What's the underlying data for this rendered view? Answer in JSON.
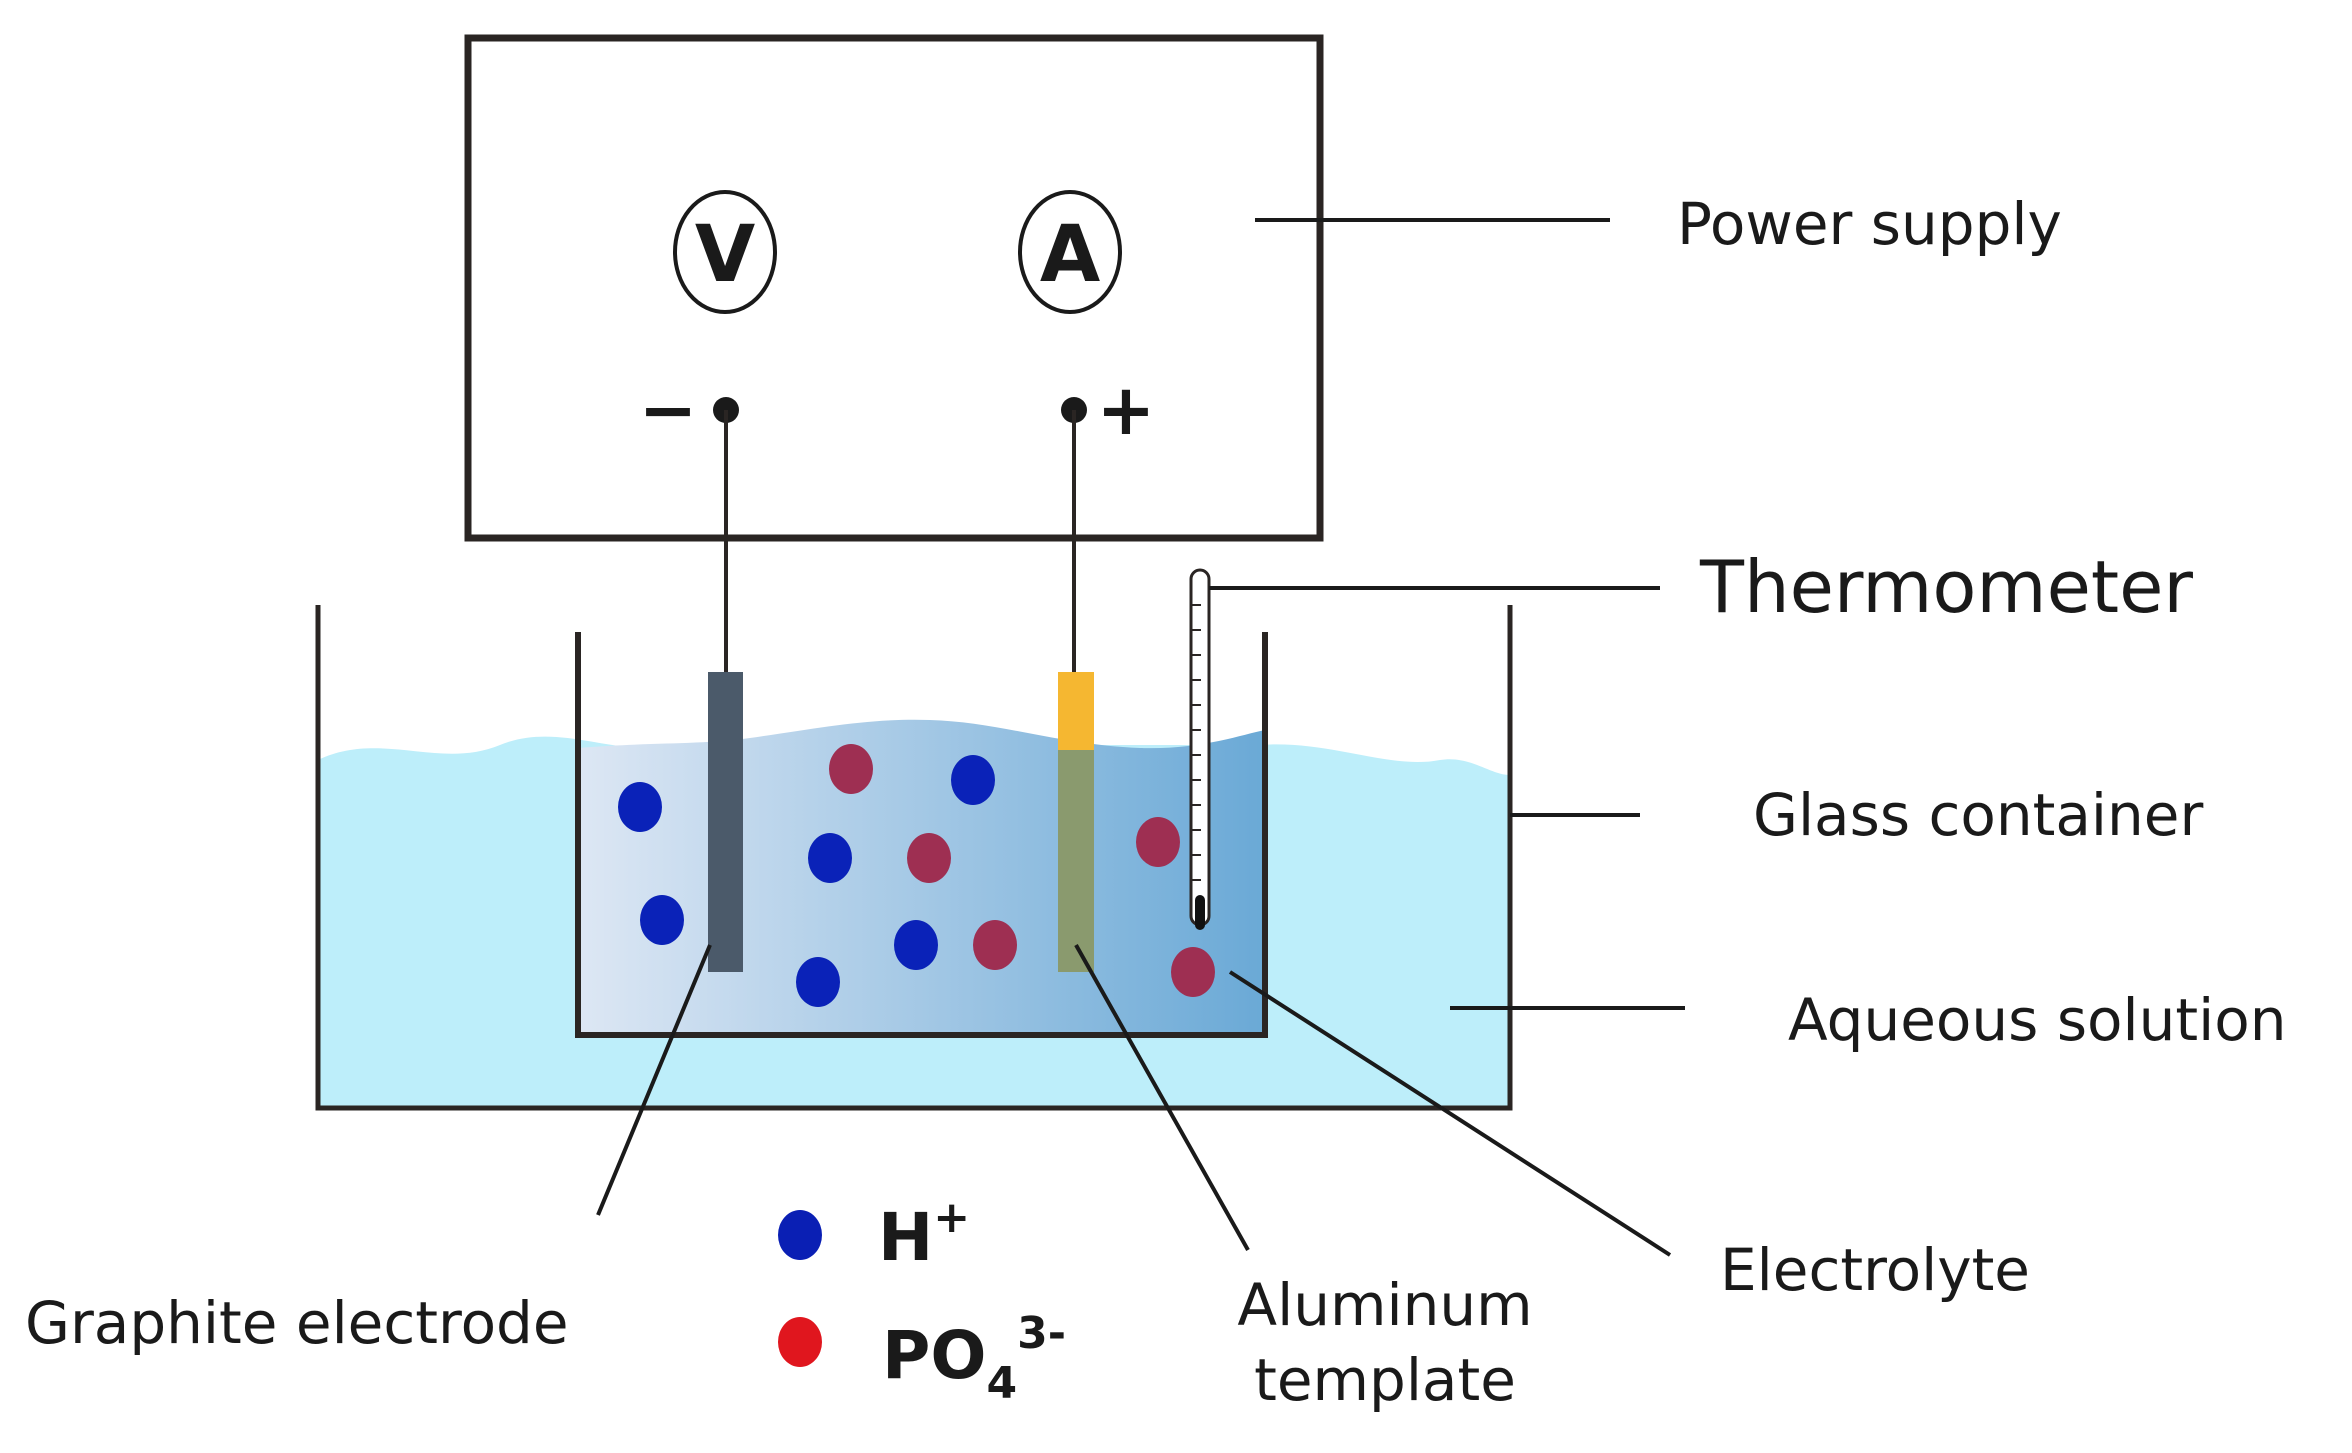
{
  "power_supply": {
    "voltmeter_symbol": "V",
    "ammeter_symbol": "A",
    "negative_terminal": "−",
    "positive_terminal": "+"
  },
  "labels": {
    "power_supply": "Power supply",
    "thermometer": "Thermometer",
    "glass_container": "Glass container",
    "aqueous_solution": "Aqueous solution",
    "electrolyte": "Electrolyte",
    "graphite_electrode": "Graphite electrode",
    "aluminum_template_line1": "Aluminum",
    "aluminum_template_line2": "template"
  },
  "legend": {
    "hydrogen": {
      "label": "H",
      "superscript": "+",
      "color": "#0a1fb4"
    },
    "phosphate": {
      "label": "PO",
      "subscript": "4",
      "superscript": "3-",
      "color": "#e0161e"
    }
  },
  "colors": {
    "outer_water": "#bdeefa",
    "inner_electrolyte_left": "#dde7f4",
    "inner_electrolyte_right": "#6aa9d6",
    "graphite": "#4b5a6a",
    "aluminum": "#f5b731",
    "aluminum_submerged": "#8a9a6e",
    "h_ion": "#0a22b8",
    "po4_ion": "#9e2f52",
    "outline": "#2a2523"
  }
}
